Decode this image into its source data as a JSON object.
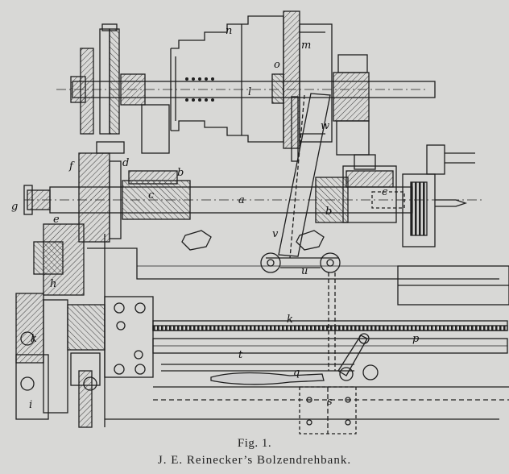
{
  "labels": {
    "a": "a",
    "b": "b",
    "c": "c",
    "d": "d",
    "e": "e",
    "f": "f",
    "g": "g",
    "h": "h",
    "i": "i",
    "k": "k",
    "l": "l",
    "m": "m",
    "n": "n",
    "o": "o",
    "p": "p",
    "q": "q",
    "s": "s",
    "t": "t",
    "u": "u",
    "v": "v",
    "w": "w"
  },
  "caption": {
    "figure": "Fig. 1.",
    "title": "J. E. Reinecker’s Bolzendrehbank."
  },
  "colors": {
    "paper": "#d8d8d6",
    "ink": "#1e1e1e",
    "hatch": "#3a3a3a"
  }
}
